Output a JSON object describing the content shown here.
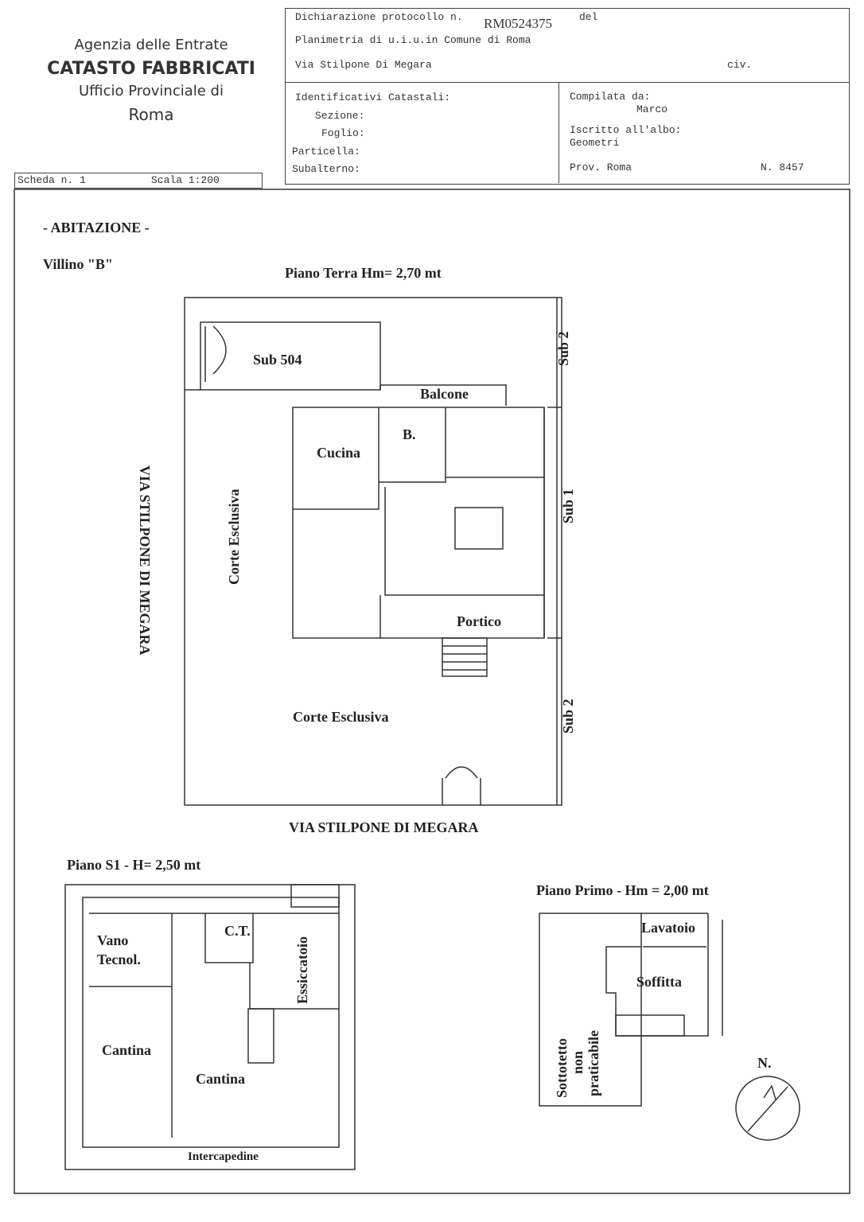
{
  "agency": {
    "line1": "Agenzia delle Entrate",
    "line2": "CATASTO FABBRICATI",
    "line3": "Ufficio Provinciale di",
    "line4": "Roma"
  },
  "header": {
    "protocol_label": "Dichiarazione protocollo n.",
    "protocol_number": "RM0524375",
    "del_label": "del",
    "planimetria": "Planimetria di u.i.u.in Comune di Roma",
    "address": "Via Stilpone Di Megara",
    "civico": "civ.",
    "ident_title": "Identificativi Catastali:",
    "sezione": "Sezione:",
    "foglio": "Foglio:",
    "particella": "Particella:",
    "subalterno": "Subalterno:",
    "compilata": "Compilata da:",
    "compilatore": "Marco",
    "iscritto": "Iscritto all'albo:",
    "albo": "Geometri",
    "prov": "Prov. Roma",
    "numero": "N. 8457"
  },
  "scheda": {
    "scheda": "Scheda n. 1",
    "scala": "Scala 1:200"
  },
  "plan": {
    "title": "- ABITAZIONE -",
    "villino": "Villino \"B\"",
    "piano_terra": "Piano Terra Hm= 2,70 mt",
    "sub504": "Sub 504",
    "balcone": "Balcone",
    "cucina": "Cucina",
    "bagno": "B.",
    "corte1": "Corte Esclusiva",
    "corte2": "Corte Esclusiva",
    "portico": "Portico",
    "sub2a": "Sub 2",
    "sub1": "Sub 1",
    "sub2b": "Sub 2",
    "street_side": "VIA STILPONE DI MEGARA",
    "street_bottom": "VIA STILPONE DI MEGARA",
    "piano_s1": "Piano S1 - H= 2,50 mt",
    "vano": "Vano",
    "tecnol": "Tecnol.",
    "ct": "C.T.",
    "essiccatoio": "Essiccatoio",
    "cantina1": "Cantina",
    "cantina2": "Cantina",
    "intercapedine": "Intercapedine",
    "piano_primo": "Piano Primo - Hm = 2,00 mt",
    "lavatoio": "Lavatoio",
    "soffitta": "Soffitta",
    "sotto1": "Sottotetto",
    "sotto2": "non",
    "sotto3": "praticabile",
    "north": "N."
  }
}
